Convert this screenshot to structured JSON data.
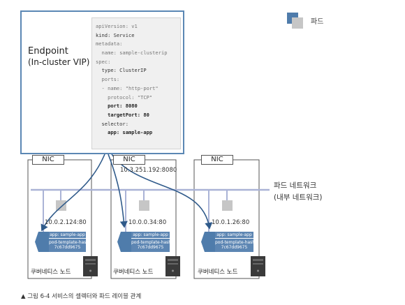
{
  "endpoint": {
    "title": "Endpoint",
    "subtitle": "(In-cluster VIP)"
  },
  "yaml": [
    {
      "text": "apiVersion: v1",
      "style": "dim"
    },
    {
      "text": "kind: Service",
      "style": "dark"
    },
    {
      "text": "metadata:",
      "style": "dim"
    },
    {
      "text": "  name: sample-clusterip",
      "style": "dim"
    },
    {
      "text": "spec:",
      "style": "dim"
    },
    {
      "text": "  type: ClusterIP",
      "style": "dark"
    },
    {
      "text": "  ports:",
      "style": "dim"
    },
    {
      "text": "  - name: \"http-port\"",
      "style": "dim"
    },
    {
      "text": "    protocol: \"TCP\"",
      "style": "dim"
    },
    {
      "text": "    port: 8080",
      "style": "bold"
    },
    {
      "text": "    targetPort: 80",
      "style": "bold"
    },
    {
      "text": "  selector:",
      "style": "dark"
    },
    {
      "text": "    app: sample-app",
      "style": "bold"
    }
  ],
  "legend": {
    "label": "파드"
  },
  "nodes": [
    {
      "nic": "NIC",
      "ip": "10.0.2.124:80",
      "pod_labels": [
        "app: sample-app",
        "pod-template-hash:",
        "7c67dd9675"
      ],
      "node_label": "쿠버네티스 노드"
    },
    {
      "nic": "NIC",
      "nic_ip": "10.3.251.192:8080",
      "ip": "10.0.0.34:80",
      "pod_labels": [
        "app: sample-app",
        "pod-template-hash:",
        "7c67dd9675"
      ],
      "node_label": "쿠버네티스 노드"
    },
    {
      "nic": "NIC",
      "ip": "10.0.1.26:80",
      "pod_labels": [
        "app: sample-app",
        "pod-template-hash:",
        "7c67dd9675"
      ],
      "node_label": "쿠버네티스 노드"
    }
  ],
  "network": {
    "line1": "파드 네트워크",
    "line2": "(내부 네트워크)"
  },
  "caption": "▲ 그림 6-4 서비스의 셀렉터와 파드 레이블 관계",
  "colors": {
    "pod_blue": "#4f7cab",
    "pod_gray": "#c6c6c6",
    "endpoint_border": "#5b87b4",
    "network_line": "#aab3d6",
    "arrow": "#2f5a8a"
  }
}
